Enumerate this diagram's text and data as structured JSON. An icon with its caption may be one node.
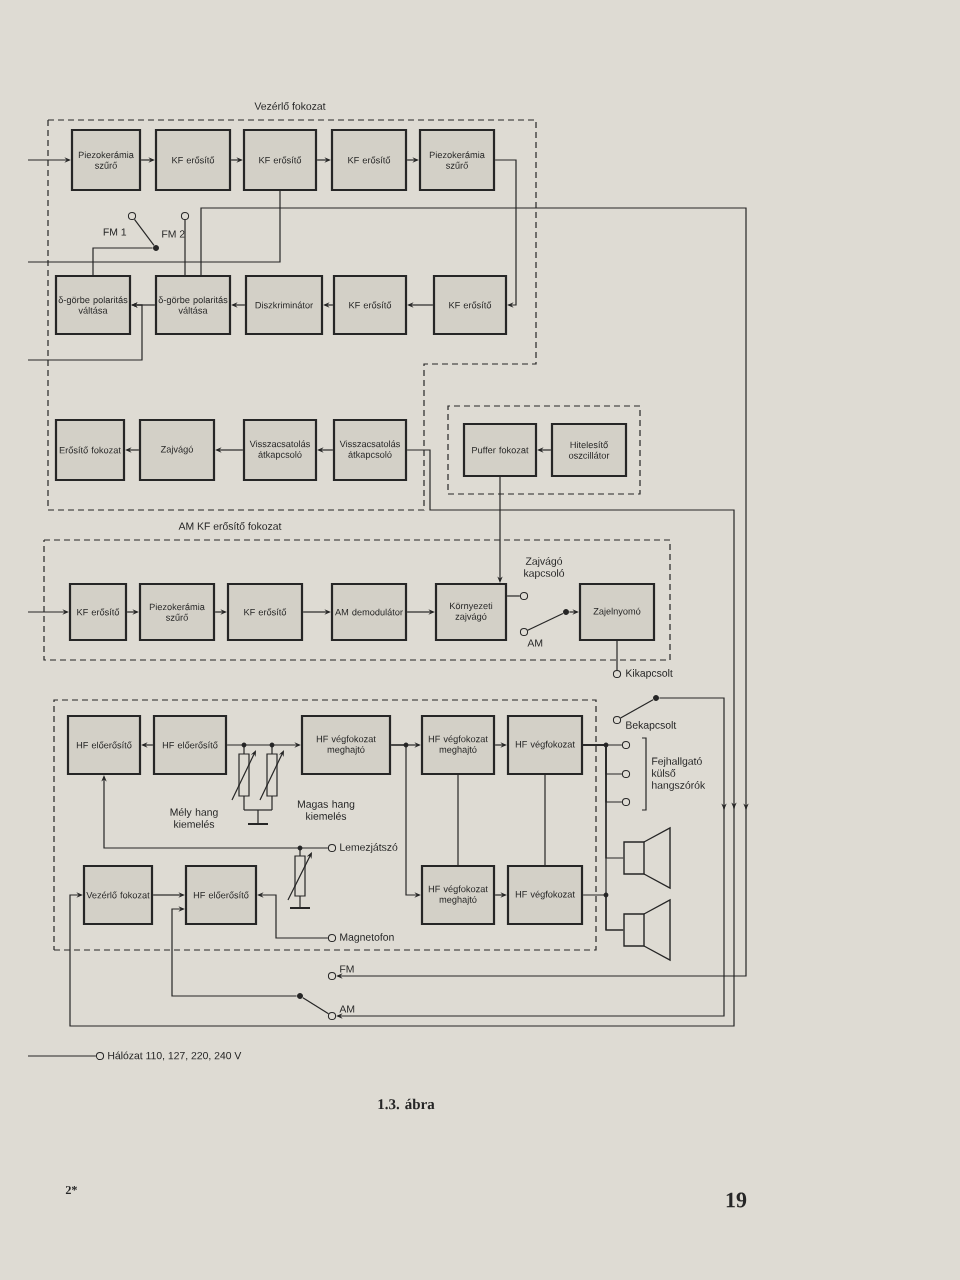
{
  "diagram": {
    "caption": "1.3. ábra",
    "nodes": [
      {
        "text": [
          "Vezérlő fokozat"
        ]
      },
      {
        "text": [
          "Piezokerámia szűrő"
        ],
        "in": 0
      },
      {
        "text": [
          "KF erősítő"
        ],
        "in": 0
      },
      {
        "text": [
          "KF erősítő"
        ],
        "in": 0
      },
      {
        "text": [
          "KF erősítő"
        ],
        "in": 0
      },
      {
        "text": [
          "Piezokerámia szűrő"
        ],
        "in": 0
      },
      {
        "text": [
          "δ-görbe polaritás váltása"
        ],
        "in": 0
      },
      {
        "text": [
          "δ-görbe polaritás váltása"
        ],
        "in": 0
      },
      {
        "text": [
          "Diszkriminátor"
        ],
        "in": 0
      },
      {
        "text": [
          "KF erősítő"
        ],
        "in": 0
      },
      {
        "text": [
          "KF erősítő"
        ],
        "in": 0
      },
      {
        "text": [
          "Erősítő fokozat"
        ],
        "in": 0
      },
      {
        "text": [
          "Zajvágó"
        ],
        "in": 0
      },
      {
        "text": [
          "Visszacsatolás átkapcsoló"
        ],
        "in": 0
      },
      {
        "text": [
          "Visszacsatolás átkapcsoló"
        ],
        "in": 0
      },
      {
        "text": [],
        "shape": "box"
      },
      {
        "text": [
          "Puffer fokozat"
        ],
        "in": 15
      },
      {
        "text": [
          "Hitelesítő oszcillátor"
        ],
        "in": 15
      },
      {
        "text": [
          "AM KF erősítő fokozat"
        ]
      },
      {
        "text": [
          "KF erősítő"
        ],
        "in": 18
      },
      {
        "text": [
          "Piezokerámia szűrő"
        ],
        "in": 18
      },
      {
        "text": [
          "KF erősítő"
        ],
        "in": 18
      },
      {
        "text": [
          "AM demodulátor"
        ],
        "in": 18
      },
      {
        "text": [
          "Környezeti zajvágó"
        ],
        "in": 18
      },
      {
        "text": [
          "Zajelnyomó"
        ],
        "in": 18
      },
      {
        "text": [],
        "shape": "box"
      },
      {
        "text": [
          "HF előerősítő"
        ],
        "in": 25
      },
      {
        "text": [
          "HF előerősítő"
        ],
        "in": 25
      },
      {
        "text": [
          "HF végfokozat meghajtó"
        ],
        "in": 25
      },
      {
        "text": [
          "HF végfokozat meghajtó"
        ],
        "in": 25
      },
      {
        "text": [
          "HF végfokozat"
        ],
        "in": 25
      },
      {
        "text": [
          "Vezérlő fokozat"
        ],
        "in": 25
      },
      {
        "text": [
          "HF előerősítő"
        ],
        "in": 25
      },
      {
        "text": [
          "HF végfokozat meghajtó"
        ],
        "in": 25
      },
      {
        "text": [
          "HF végfokozat"
        ],
        "in": 25
      },
      {
        "text": [],
        "shape": "speaker"
      },
      {
        "text": [],
        "shape": "speaker"
      },
      {
        "text": [],
        "shape": "circle",
        "in": 0
      },
      {
        "text": [],
        "shape": "circle",
        "in": 0
      },
      {
        "text": [],
        "shape": "dot",
        "in": 0
      },
      {
        "text": [],
        "shape": "circle",
        "in": 18
      },
      {
        "text": [],
        "shape": "circle",
        "in": 18
      },
      {
        "text": [],
        "shape": "dot",
        "in": 18
      },
      {
        "text": [],
        "shape": "circle"
      },
      {
        "text": [],
        "shape": "circle"
      },
      {
        "text": [],
        "shape": "dot"
      },
      {
        "text": [],
        "shape": "circle",
        "in": 25
      },
      {
        "text": [],
        "shape": "circle",
        "in": 25
      },
      {
        "text": [],
        "shape": "circle"
      },
      {
        "text": [],
        "shape": "circle"
      },
      {
        "text": [],
        "shape": "dot"
      },
      {
        "text": [],
        "shape": "circle"
      },
      {
        "text": [],
        "shape": "circle"
      },
      {
        "text": [],
        "shape": "circle"
      },
      {
        "text": [],
        "shape": "circle"
      }
    ],
    "edges": [
      {
        "from": null,
        "to": 1,
        "arrow": "to"
      },
      {
        "from": 1,
        "to": 2,
        "arrow": "to"
      },
      {
        "from": 2,
        "to": 3,
        "arrow": "to"
      },
      {
        "from": 3,
        "to": 4,
        "arrow": "to"
      },
      {
        "from": 4,
        "to": 5,
        "arrow": "to"
      },
      {
        "from": 5,
        "to": 10,
        "arrow": "to"
      },
      {
        "from": 10,
        "to": 9,
        "arrow": "to"
      },
      {
        "from": 9,
        "to": 8,
        "arrow": "to"
      },
      {
        "from": 8,
        "to": 7,
        "arrow": "to"
      },
      {
        "from": 7,
        "to": 6,
        "arrow": "to"
      },
      {
        "from": null,
        "to": 6,
        "arrow": "to"
      },
      {
        "from": 3,
        "to": null,
        "arrow": "none"
      },
      {
        "from": 6,
        "to": 39,
        "arrow": "none"
      },
      {
        "from": 39,
        "to": 37,
        "arrow": "none"
      },
      {
        "from": 7,
        "to": 38,
        "arrow": "none"
      },
      {
        "from": 7,
        "to": 48,
        "arrow": "to"
      },
      {
        "from": 14,
        "to": 13,
        "arrow": "to"
      },
      {
        "from": 13,
        "to": 12,
        "arrow": "to"
      },
      {
        "from": 12,
        "to": 11,
        "arrow": "to"
      },
      {
        "from": 14,
        "to": 31,
        "arrow": "to"
      },
      {
        "from": 17,
        "to": 16,
        "arrow": "to"
      },
      {
        "from": 16,
        "to": 23,
        "arrow": "to"
      },
      {
        "from": null,
        "to": 19,
        "arrow": "to"
      },
      {
        "from": 19,
        "to": 20,
        "arrow": "to"
      },
      {
        "from": 20,
        "to": 21,
        "arrow": "to"
      },
      {
        "from": 21,
        "to": 22,
        "arrow": "to"
      },
      {
        "from": 22,
        "to": 23,
        "arrow": "to"
      },
      {
        "from": 23,
        "to": 40,
        "arrow": "none"
      },
      {
        "from": 42,
        "to": 41,
        "arrow": "none"
      },
      {
        "from": 42,
        "to": 24,
        "arrow": "to"
      },
      {
        "from": 24,
        "to": 43,
        "arrow": "none"
      },
      {
        "from": 45,
        "to": 44,
        "arrow": "none"
      },
      {
        "from": 45,
        "to": 49,
        "arrow": "to"
      },
      {
        "from": 27,
        "to": 26,
        "arrow": "to"
      },
      {
        "from": 27,
        "to": 28,
        "arrow": "to"
      },
      {
        "from": 28,
        "to": 29,
        "arrow": "to"
      },
      {
        "from": 29,
        "to": 30,
        "arrow": "to"
      },
      {
        "from": 29,
        "to": 33,
        "arrow": "none"
      },
      {
        "from": 28,
        "to": 33,
        "arrow": "to"
      },
      {
        "from": 33,
        "to": 34,
        "arrow": "to"
      },
      {
        "from": 30,
        "to": 34,
        "arrow": "none"
      },
      {
        "from": 30,
        "to": 52,
        "arrow": "none"
      },
      {
        "from": 30,
        "to": 53,
        "arrow": "none"
      },
      {
        "from": 30,
        "to": 54,
        "arrow": "none"
      },
      {
        "from": 30,
        "to": 35,
        "arrow": "none"
      },
      {
        "from": 30,
        "to": 36,
        "arrow": "none"
      },
      {
        "from": 34,
        "to": 36,
        "arrow": "none"
      },
      {
        "from": 46,
        "to": 26,
        "arrow": "to"
      },
      {
        "from": 31,
        "to": 32,
        "arrow": "to"
      },
      {
        "from": 47,
        "to": 32,
        "arrow": "to"
      },
      {
        "from": 50,
        "to": 32,
        "arrow": "to"
      },
      {
        "from": 50,
        "to": 49,
        "arrow": "none"
      },
      {
        "from": null,
        "to": 51,
        "arrow": "none"
      }
    ],
    "labels": [
      "FM 1",
      "FM 2",
      "Zajvágó kapcsoló",
      "AM",
      "Kikapcsolt",
      "Bekapcsolt",
      "Mély hang kiemelés",
      "Magas hang kiemelés",
      "Fejhallgató külső hangszórók",
      "Lemezjátszó",
      "Magnetofon",
      "FM",
      "AM",
      "Hálózat 110, 127, 220, 240 V",
      "2*",
      "19"
    ]
  }
}
